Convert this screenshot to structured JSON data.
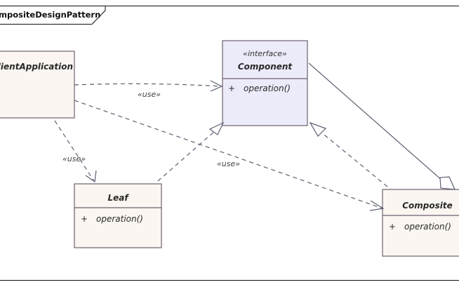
{
  "diagram": {
    "frame_title": "mpositeDesignPattern",
    "colors": {
      "class_fill": "#fbf6f1",
      "interface_fill": "#ecebfa",
      "stroke": "#6e6070",
      "edge": "#5c5f72"
    }
  },
  "classes": {
    "client": {
      "name": "ClientApplication"
    },
    "component": {
      "stereotype": "«interface»",
      "name": "Component",
      "op_vis": "+",
      "op": "operation()"
    },
    "leaf": {
      "name": "Leaf",
      "op_vis": "+",
      "op": "operation()"
    },
    "composite": {
      "name": "Composite",
      "op_vis": "+",
      "op": "operation()"
    }
  },
  "relations": {
    "use_client_component": "«use»",
    "use_client_leaf": "«use»",
    "use_client_composite": "«use»"
  }
}
